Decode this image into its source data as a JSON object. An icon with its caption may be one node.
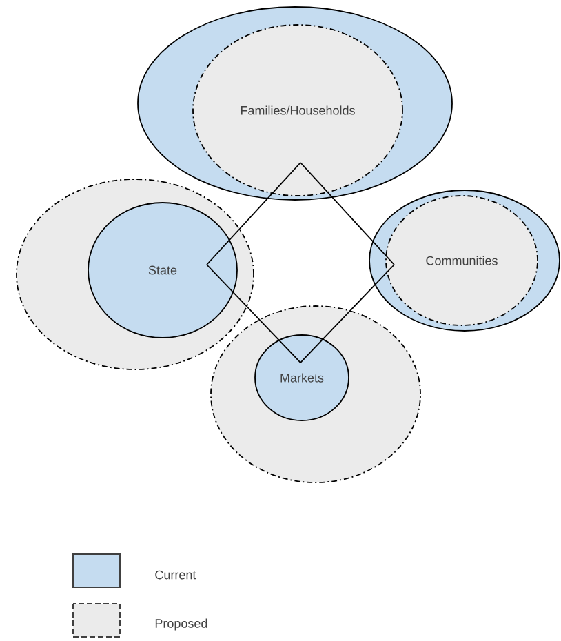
{
  "diagram": {
    "nodes": [
      {
        "text": [],
        "shape": "circle"
      },
      {
        "text": [
          "Families/Households"
        ],
        "in": 0
      },
      {
        "text": [],
        "shape": "circle"
      },
      {
        "text": [
          "State"
        ],
        "in": 2
      },
      {
        "text": [],
        "shape": "circle"
      },
      {
        "text": [
          "Communities"
        ],
        "in": 4
      },
      {
        "text": [],
        "shape": "circle"
      },
      {
        "text": [
          "Markets"
        ],
        "in": 6
      }
    ],
    "edges": [
      {
        "from": 1,
        "to": 3,
        "arrow": "none"
      },
      {
        "from": 1,
        "to": 5,
        "arrow": "none"
      },
      {
        "from": 3,
        "to": 7,
        "arrow": "none"
      },
      {
        "from": 5,
        "to": 7,
        "arrow": "none"
      }
    ],
    "legend": [
      {
        "text": "Current",
        "color": "#c5dcf0"
      },
      {
        "text": "Proposed",
        "color": "#ebebeb"
      }
    ]
  }
}
